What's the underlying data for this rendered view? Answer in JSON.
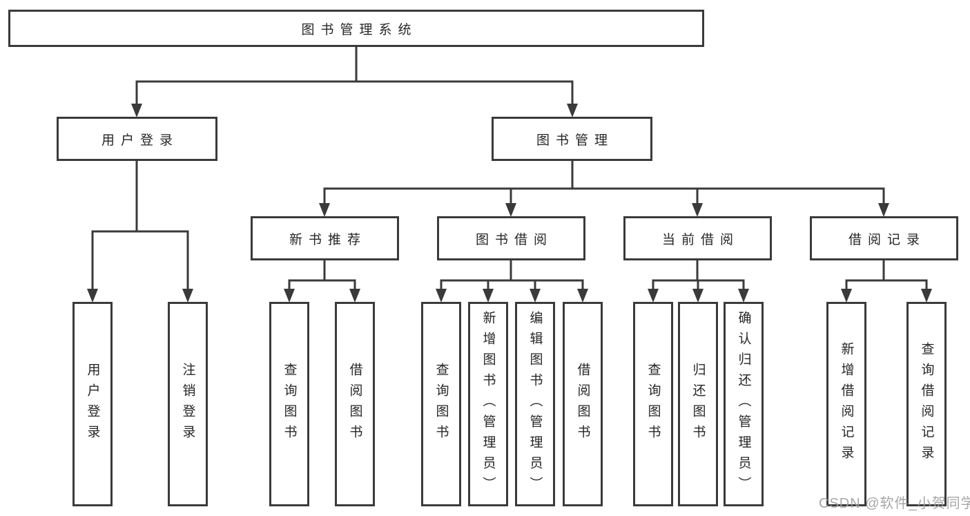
{
  "diagram": {
    "tree": {
      "label": "图书管理系统",
      "children": [
        {
          "label": "用户登录",
          "children": [
            {
              "label": "用户登录"
            },
            {
              "label": "注销登录"
            }
          ]
        },
        {
          "label": "图书管理",
          "children": [
            {
              "label": "新书推荐",
              "children": [
                {
                  "label": "查询图书"
                },
                {
                  "label": "借阅图书"
                }
              ]
            },
            {
              "label": "图书借阅",
              "children": [
                {
                  "label": "查询图书"
                },
                {
                  "label": "新增图书（管理员）"
                },
                {
                  "label": "编辑图书（管理员）"
                },
                {
                  "label": "借阅图书"
                }
              ]
            },
            {
              "label": "当前借阅",
              "children": [
                {
                  "label": "查询图书"
                },
                {
                  "label": "归还图书"
                },
                {
                  "label": "确认归还（管理员）"
                }
              ]
            },
            {
              "label": "借阅记录",
              "children": [
                {
                  "label": "新增借阅记录"
                },
                {
                  "label": "查询借阅记录"
                }
              ]
            }
          ]
        }
      ]
    }
  },
  "watermark": {
    "text": "CSDN @软件_小贺同学"
  },
  "colors": {
    "line": "#3a3a3a",
    "text": "#262626",
    "box_bg": "#ffffff",
    "background": "#ffffff",
    "watermark": "#9f9fa3"
  }
}
